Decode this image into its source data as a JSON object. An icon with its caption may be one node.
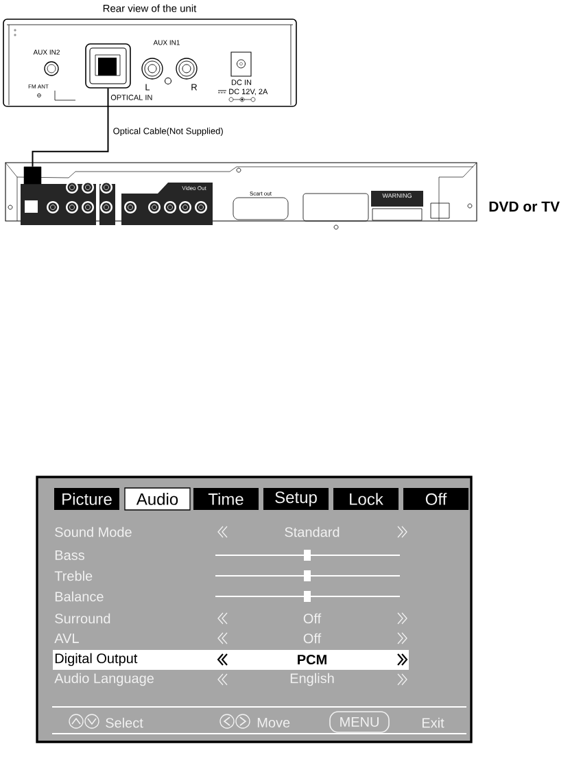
{
  "diagram": {
    "nodes": [
      {
        "text": [
          "Rear view of the unit"
        ]
      },
      {
        "text": [
          "OPTICAL IN"
        ],
        "in": 0
      },
      {
        "text": [],
        "shape": "box",
        "beside": [
          "DVD or TV"
        ]
      },
      {
        "text": [],
        "shape": "box",
        "in": 2
      }
    ],
    "edges": [
      {
        "from": 1,
        "to": 3,
        "arrow": "none",
        "label": "Optical Cable(Not Supplied)"
      }
    ],
    "labels": [
      "AUX IN2",
      "FM ANT",
      "AUX IN1",
      "L",
      "R",
      "DC IN",
      "DC 12V, 2A",
      "Video Out",
      "Scart out",
      "WARNING",
      "Picture",
      "Audio",
      "Time",
      "Setup",
      "Lock",
      "Off",
      "Sound Mode",
      "Standard",
      "Bass",
      "Treble",
      "Balance",
      "Surround",
      "Off",
      "AVL",
      "Off",
      "Digital Output",
      "PCM",
      "Audio Language",
      "English",
      "Select",
      "Move",
      "MENU",
      "Exit"
    ]
  }
}
